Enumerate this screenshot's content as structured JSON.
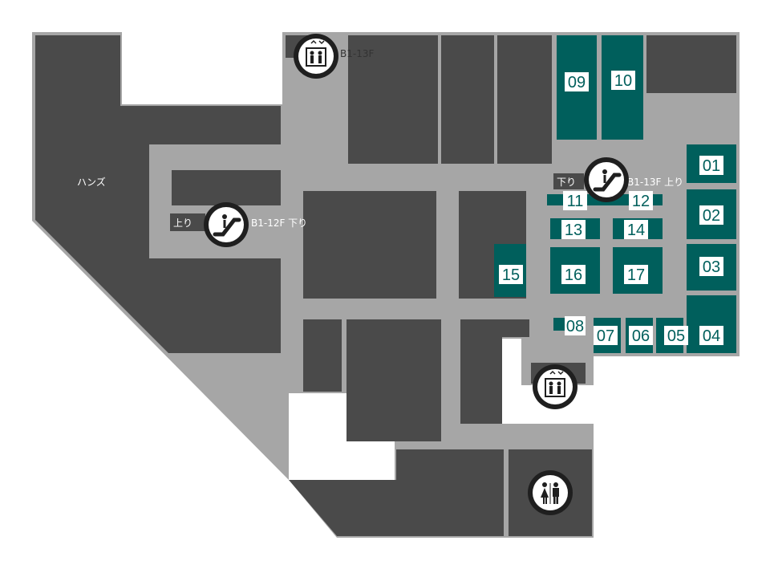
{
  "map": {
    "colors": {
      "corridor": "#a6a6a6",
      "store": "#4a4a4a",
      "highlight": "#005f5c",
      "label_box": "#ffffff",
      "label_text": "#005f5c",
      "icon_ring": "#1f1f1f"
    },
    "areas": {
      "hands_label": "ハンズ"
    },
    "spots": [
      {
        "id": "s01",
        "label": "01"
      },
      {
        "id": "s02",
        "label": "02"
      },
      {
        "id": "s03",
        "label": "03"
      },
      {
        "id": "s04",
        "label": "04"
      },
      {
        "id": "s05",
        "label": "05"
      },
      {
        "id": "s06",
        "label": "06"
      },
      {
        "id": "s07",
        "label": "07"
      },
      {
        "id": "s08",
        "label": "08"
      },
      {
        "id": "s09",
        "label": "09"
      },
      {
        "id": "s10",
        "label": "10"
      },
      {
        "id": "s11",
        "label": "11"
      },
      {
        "id": "s12",
        "label": "12"
      },
      {
        "id": "s13",
        "label": "13"
      },
      {
        "id": "s14",
        "label": "14"
      },
      {
        "id": "s15",
        "label": "15"
      },
      {
        "id": "s16",
        "label": "16"
      },
      {
        "id": "s17",
        "label": "17"
      }
    ],
    "elevators": [
      {
        "id": "elev-top",
        "icon": "elevator-icon",
        "range": "B1-13F"
      },
      {
        "id": "elev-bottom",
        "icon": "elevator-icon",
        "range": ""
      }
    ],
    "escalators": [
      {
        "id": "esc-left",
        "icon": "escalator-icon",
        "up": "上り",
        "range_down": "B1-12F 下り"
      },
      {
        "id": "esc-right",
        "icon": "escalator-icon",
        "down": "下り",
        "range_up": "B1-13F 上り"
      }
    ],
    "restroom": {
      "icon": "restroom-icon"
    }
  }
}
